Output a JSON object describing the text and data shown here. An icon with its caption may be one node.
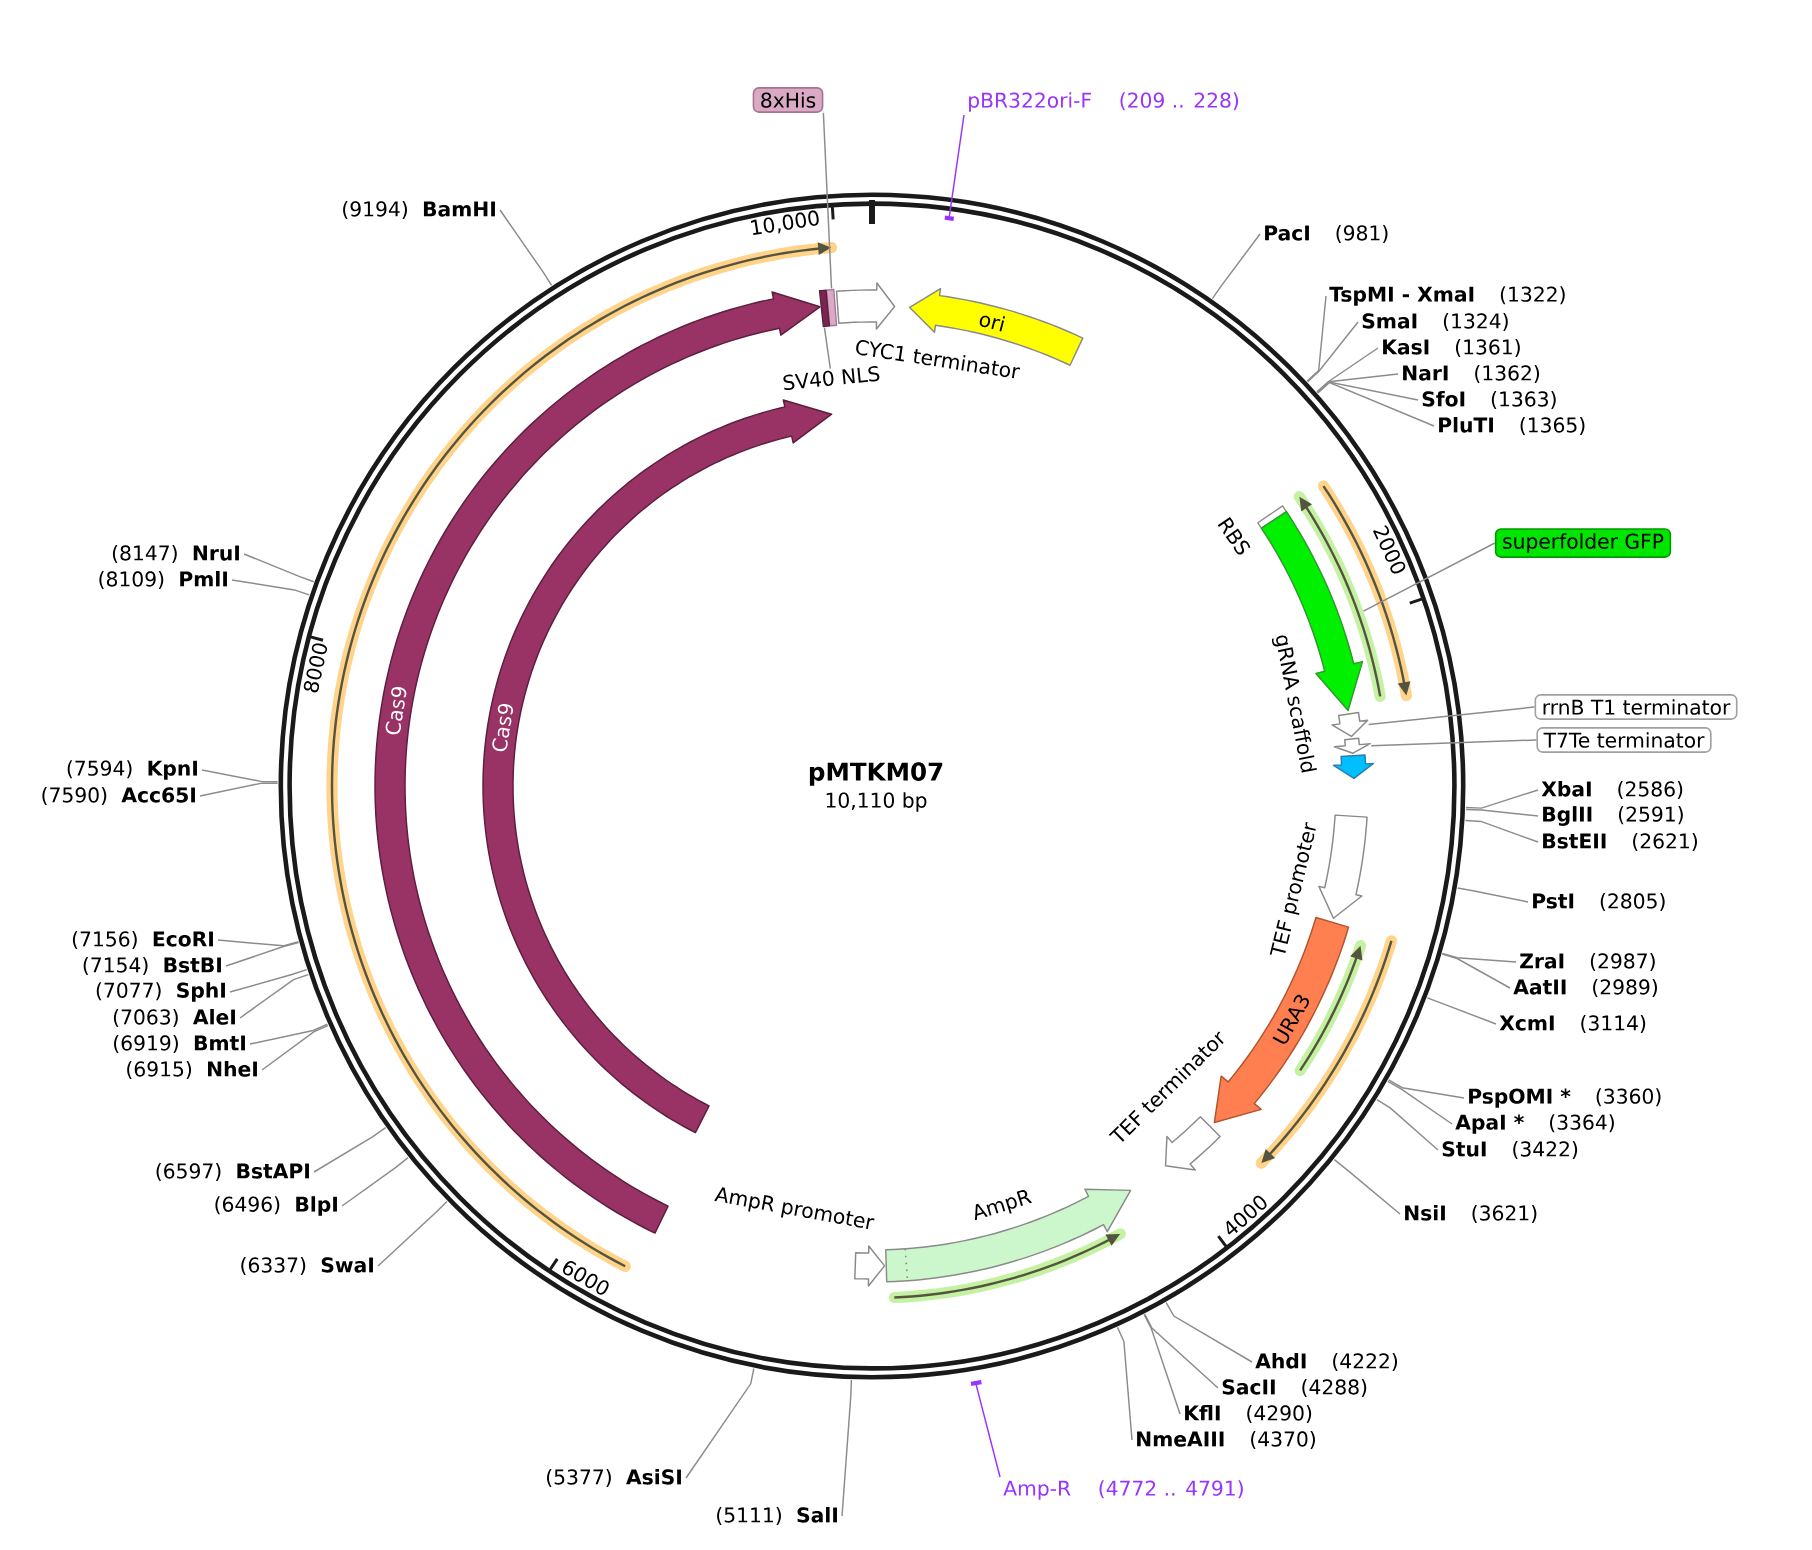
{
  "diagram": {
    "title": "pMTKM07",
    "nodes": [
      {
        "text": [
          "8xHis"
        ]
      },
      {
        "text": [
          "pBR322ori-F",
          "(209 .. 228)"
        ]
      },
      {
        "text": [],
        "shape": "box"
      },
      {
        "text": [],
        "shape": "bar"
      },
      {
        "text": [],
        "shape": "box"
      },
      {
        "text": [
          "SV40 NLS"
        ]
      },
      {
        "text": [
          "CYC1 terminator"
        ]
      },
      {
        "text": [
          "ori"
        ]
      },
      {
        "text": [
          "Cas9"
        ]
      },
      {
        "text": [
          "Cas9"
        ]
      },
      {
        "text": [
          "RBS"
        ]
      },
      {
        "text": [],
        "shape": "arrow"
      },
      {
        "text": [
          "superfolder GFP"
        ]
      },
      {
        "text": [],
        "shape": "arrow"
      },
      {
        "text": [
          "rrnB T1 terminator"
        ]
      },
      {
        "text": [],
        "shape": "arrow"
      },
      {
        "text": [
          "T7Te terminator"
        ]
      },
      {
        "text": [
          "gRNA scaffold"
        ]
      },
      {
        "text": [
          "TEF promoter"
        ]
      },
      {
        "text": [
          "URA3"
        ]
      },
      {
        "text": [
          "TEF terminator"
        ]
      },
      {
        "text": [
          "AmpR"
        ]
      },
      {
        "text": [
          "AmpR promoter"
        ]
      },
      {
        "text": [],
        "shape": "bar"
      },
      {
        "text": [
          "Amp-R",
          "(4772 .. 4791)"
        ]
      },
      {
        "text": [
          "PacI",
          "(981)"
        ]
      },
      {
        "text": [
          "TspMI - XmaI",
          "(1322)"
        ]
      },
      {
        "text": [
          "SmaI",
          "(1324)"
        ]
      },
      {
        "text": [
          "KasI",
          "(1361)"
        ]
      },
      {
        "text": [
          "NarI",
          "(1362)"
        ]
      },
      {
        "text": [
          "SfoI",
          "(1363)"
        ]
      },
      {
        "text": [
          "PluTI",
          "(1365)"
        ]
      },
      {
        "text": [
          "XbaI",
          "(2586)"
        ]
      },
      {
        "text": [
          "BglII",
          "(2591)"
        ]
      },
      {
        "text": [
          "BstEII",
          "(2621)"
        ]
      },
      {
        "text": [
          "PstI",
          "(2805)"
        ]
      },
      {
        "text": [
          "ZraI",
          "(2987)"
        ]
      },
      {
        "text": [
          "AatII",
          "(2989)"
        ]
      },
      {
        "text": [
          "XcmI",
          "(3114)"
        ]
      },
      {
        "text": [
          "PspOMI *",
          "(3360)"
        ]
      },
      {
        "text": [
          "ApaI *",
          "(3364)"
        ]
      },
      {
        "text": [
          "StuI",
          "(3422)"
        ]
      },
      {
        "text": [
          "NsiI",
          "(3621)"
        ]
      },
      {
        "text": [
          "AhdI",
          "(4222)"
        ]
      },
      {
        "text": [
          "SacII",
          "(4288)"
        ]
      },
      {
        "text": [
          "KflI",
          "(4290)"
        ]
      },
      {
        "text": [
          "NmeAIII",
          "(4370)"
        ]
      },
      {
        "text": [
          "(9194)",
          "BamHI"
        ]
      },
      {
        "text": [
          "(8147)",
          "NruI"
        ]
      },
      {
        "text": [
          "(8109)",
          "PmlI"
        ]
      },
      {
        "text": [
          "(7594)",
          "KpnI"
        ]
      },
      {
        "text": [
          "(7590)",
          "Acc65I"
        ]
      },
      {
        "text": [
          "(7156)",
          "EcoRI"
        ]
      },
      {
        "text": [
          "(7154)",
          "BstBI"
        ]
      },
      {
        "text": [
          "(7077)",
          "SphI"
        ]
      },
      {
        "text": [
          "(7063)",
          "AleI"
        ]
      },
      {
        "text": [
          "(6919)",
          "BmtI"
        ]
      },
      {
        "text": [
          "(6915)",
          "NheI"
        ]
      },
      {
        "text": [
          "(6597)",
          "BstAPI"
        ]
      },
      {
        "text": [
          "(6496)",
          "BlpI"
        ]
      },
      {
        "text": [
          "(6337)",
          "SwaI"
        ]
      },
      {
        "text": [
          "(5377)",
          "AsiSI"
        ]
      },
      {
        "text": [
          "(5111)",
          "SalI"
        ]
      }
    ],
    "edges": [
      {
        "from": 0,
        "to": 2,
        "arrow": "none"
      },
      {
        "from": 1,
        "to": 3,
        "arrow": "none",
        "color": "#9933ff"
      },
      {
        "from": 5,
        "to": 4,
        "arrow": "none"
      },
      {
        "from": 12,
        "to": 11,
        "arrow": "none"
      },
      {
        "from": 14,
        "to": 13,
        "arrow": "none"
      },
      {
        "from": 16,
        "to": 15,
        "arrow": "none"
      },
      {
        "from": 24,
        "to": 23,
        "arrow": "none",
        "color": "#9933ff"
      },
      {
        "from": 25,
        "to": null,
        "arrow": "none"
      },
      {
        "from": 26,
        "to": null,
        "arrow": "none"
      },
      {
        "from": 27,
        "to": null,
        "arrow": "none"
      },
      {
        "from": 28,
        "to": null,
        "arrow": "none"
      },
      {
        "from": 29,
        "to": null,
        "arrow": "none"
      },
      {
        "from": 30,
        "to": null,
        "arrow": "none"
      },
      {
        "from": 31,
        "to": null,
        "arrow": "none"
      },
      {
        "from": 32,
        "to": null,
        "arrow": "none"
      },
      {
        "from": 33,
        "to": null,
        "arrow": "none"
      },
      {
        "from": 34,
        "to": null,
        "arrow": "none"
      },
      {
        "from": 35,
        "to": null,
        "arrow": "none"
      },
      {
        "from": 36,
        "to": null,
        "arrow": "none"
      },
      {
        "from": 37,
        "to": null,
        "arrow": "none"
      },
      {
        "from": 38,
        "to": null,
        "arrow": "none"
      },
      {
        "from": 39,
        "to": null,
        "arrow": "none"
      },
      {
        "from": 40,
        "to": null,
        "arrow": "none"
      },
      {
        "from": 41,
        "to": null,
        "arrow": "none"
      },
      {
        "from": 42,
        "to": null,
        "arrow": "none"
      },
      {
        "from": 43,
        "to": null,
        "arrow": "none"
      },
      {
        "from": 44,
        "to": null,
        "arrow": "none"
      },
      {
        "from": 45,
        "to": null,
        "arrow": "none"
      },
      {
        "from": 46,
        "to": null,
        "arrow": "none"
      },
      {
        "from": 47,
        "to": null,
        "arrow": "none"
      },
      {
        "from": 48,
        "to": null,
        "arrow": "none"
      },
      {
        "from": 49,
        "to": null,
        "arrow": "none"
      },
      {
        "from": 50,
        "to": null,
        "arrow": "none"
      },
      {
        "from": 51,
        "to": null,
        "arrow": "none"
      },
      {
        "from": 52,
        "to": null,
        "arrow": "none"
      },
      {
        "from": 53,
        "to": null,
        "arrow": "none"
      },
      {
        "from": 54,
        "to": null,
        "arrow": "none"
      },
      {
        "from": 55,
        "to": null,
        "arrow": "none"
      },
      {
        "from": 56,
        "to": null,
        "arrow": "none"
      },
      {
        "from": 57,
        "to": null,
        "arrow": "none"
      },
      {
        "from": 58,
        "to": null,
        "arrow": "none"
      },
      {
        "from": 59,
        "to": null,
        "arrow": "none"
      },
      {
        "from": 60,
        "to": null,
        "arrow": "none"
      },
      {
        "from": 61,
        "to": null,
        "arrow": "none"
      },
      {
        "from": 62,
        "to": null,
        "arrow": "none"
      }
    ],
    "labels": [
      "10,000",
      "2000",
      "8000",
      "10,110 bp",
      "4000",
      "6000"
    ]
  }
}
